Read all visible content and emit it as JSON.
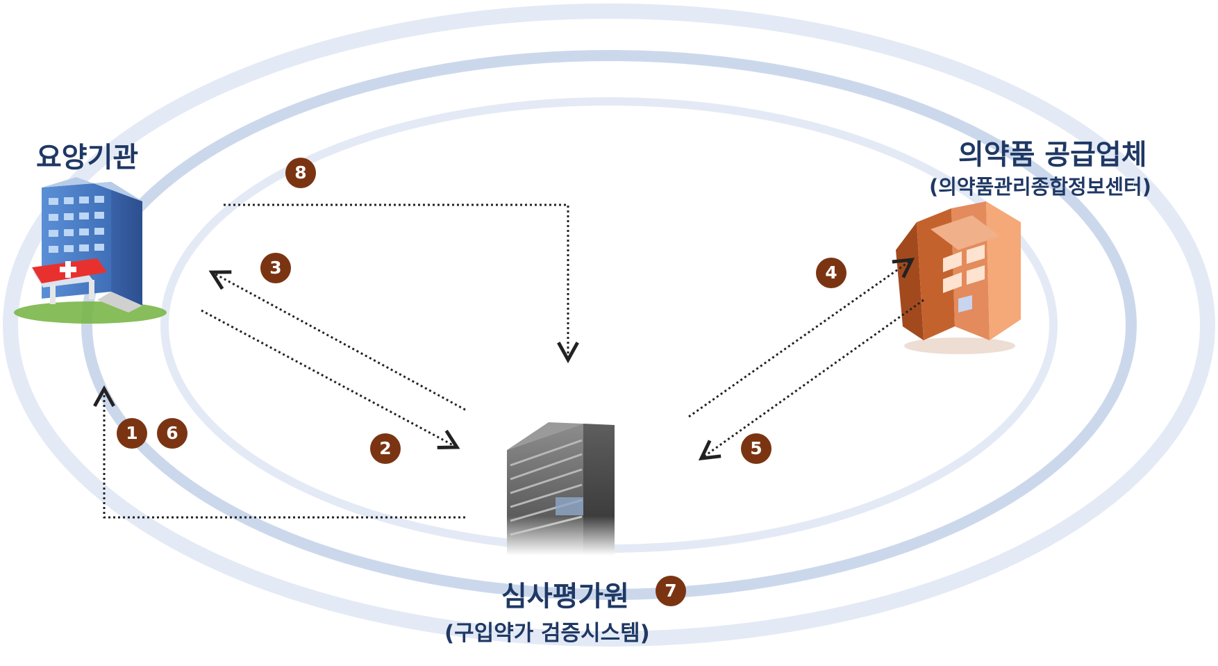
{
  "nodes": {
    "hospital": {
      "title": "요양기관"
    },
    "supplier": {
      "title": "의약품 공급업체",
      "subtitle": "(의약품관리종합정보센터)"
    },
    "hira": {
      "title": "심사평가원",
      "subtitle": "(구입약가 검증시스템)"
    }
  },
  "steps": [
    "1",
    "2",
    "3",
    "4",
    "5",
    "6",
    "7",
    "8"
  ],
  "colors": {
    "badge": "#7b3412",
    "label": "#1f3864",
    "ring": "#c8d5ea",
    "arrow": "#222222"
  },
  "icons": {
    "hospital": "hospital-building-icon",
    "supplier": "supplier-building-icon",
    "hira": "hira-office-building-icon"
  }
}
